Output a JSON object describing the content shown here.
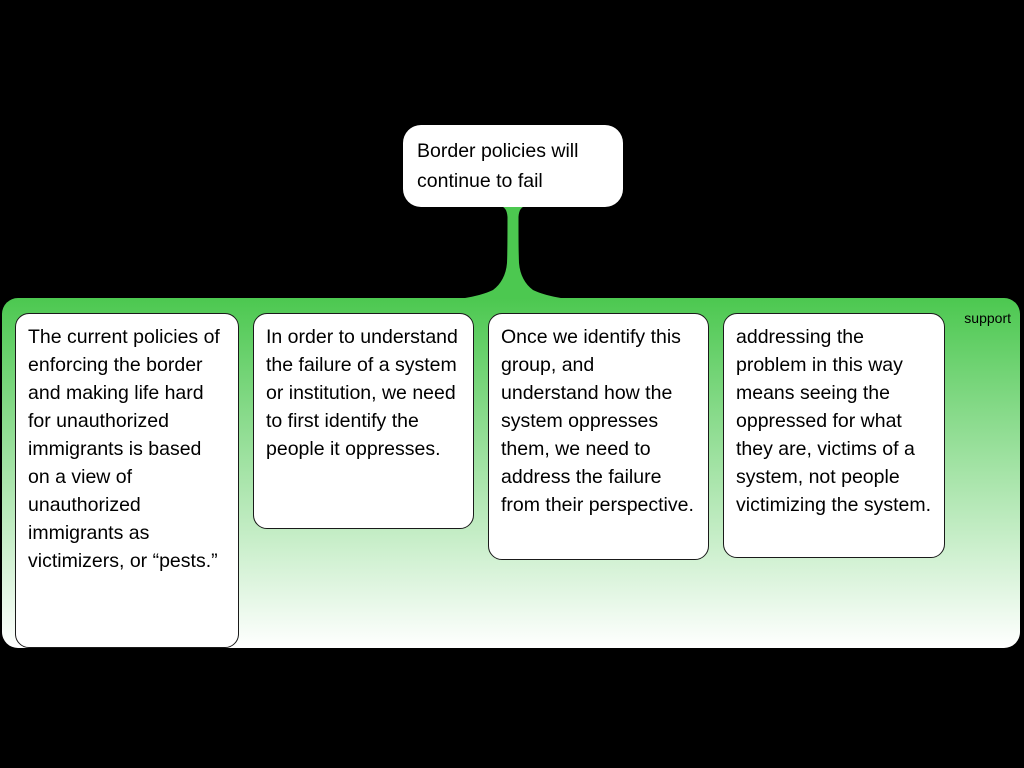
{
  "diagram": {
    "conclusion": {
      "text": "Border policies will continue to fail"
    },
    "support_group": {
      "label": "support",
      "premises": [
        {
          "text": "The current policies of enforcing the border and making life hard for unauthorized immigrants is based on a view of unauthorized immigrants as victimizers, or “pests.”"
        },
        {
          "text": "In order to understand the failure of a system or institution, we need to first identify the people it oppresses."
        },
        {
          "text": "Once we identify this group, and understand how the system oppresses them, we need to address the failure from their perspective."
        },
        {
          "text": "addressing the problem in this way means seeing the oppressed for what they are, victims of a system, not people victimizing the system."
        }
      ]
    },
    "colors": {
      "background": "#000000",
      "support_green": "#4cc850",
      "support_fade_to": "#ffffff",
      "node_background": "#ffffff",
      "node_border": "#1a1a1a",
      "text": "#000000"
    }
  }
}
